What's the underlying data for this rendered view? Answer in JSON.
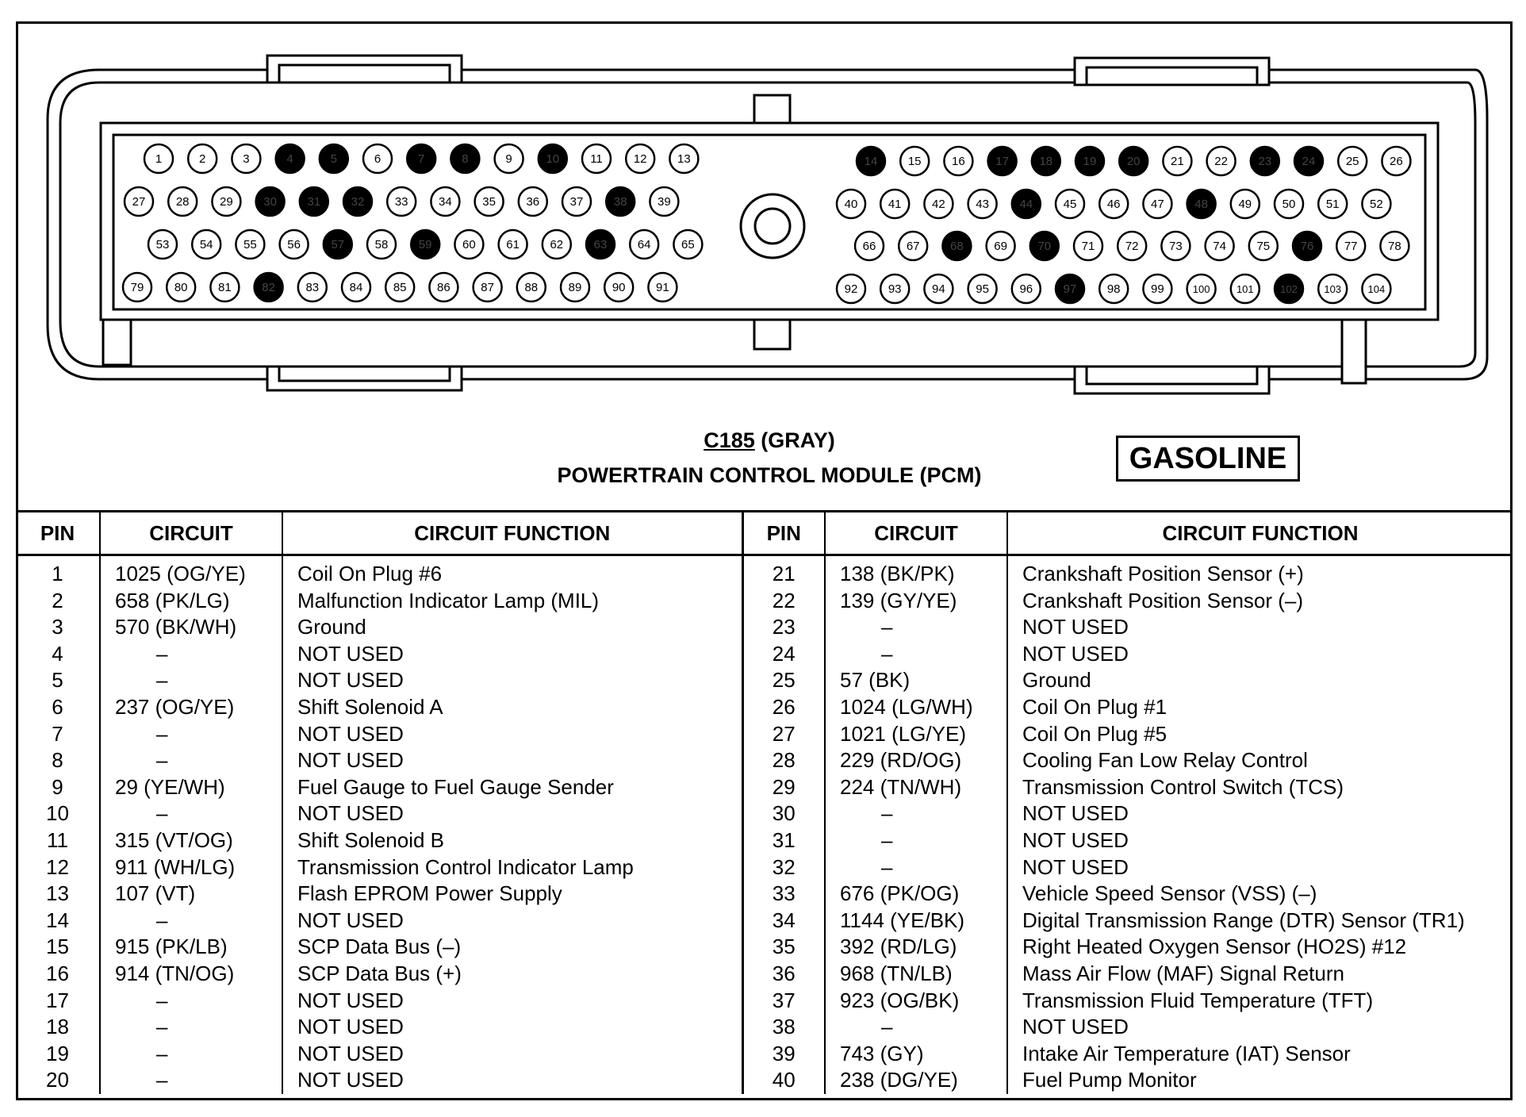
{
  "connector": {
    "id": "C185",
    "color": "(GRAY)",
    "module": "POWERTRAIN CONTROL MODULE (PCM)",
    "engine": "GASOLINE",
    "filled_pins": [
      4,
      5,
      7,
      8,
      10,
      30,
      31,
      32,
      38,
      57,
      59,
      63,
      82,
      14,
      17,
      18,
      19,
      20,
      23,
      24,
      44,
      48,
      68,
      70,
      76,
      97,
      102
    ]
  },
  "table": {
    "headers": [
      "PIN",
      "CIRCUIT",
      "CIRCUIT FUNCTION",
      "PIN",
      "CIRCUIT",
      "CIRCUIT FUNCTION"
    ],
    "rows": [
      {
        "pin": "1",
        "circuit": "1025 (OG/YE)",
        "function": "Coil On Plug #6"
      },
      {
        "pin": "2",
        "circuit": "658 (PK/LG)",
        "function": "Malfunction Indicator Lamp (MIL)"
      },
      {
        "pin": "3",
        "circuit": "570 (BK/WH)",
        "function": "Ground"
      },
      {
        "pin": "4",
        "circuit": "–",
        "function": "NOT USED"
      },
      {
        "pin": "5",
        "circuit": "–",
        "function": "NOT USED"
      },
      {
        "pin": "6",
        "circuit": "237 (OG/YE)",
        "function": "Shift Solenoid A"
      },
      {
        "pin": "7",
        "circuit": "–",
        "function": "NOT USED"
      },
      {
        "pin": "8",
        "circuit": "–",
        "function": "NOT USED"
      },
      {
        "pin": "9",
        "circuit": "29 (YE/WH)",
        "function": "Fuel Gauge to Fuel Gauge Sender"
      },
      {
        "pin": "10",
        "circuit": "–",
        "function": "NOT USED"
      },
      {
        "pin": "11",
        "circuit": "315 (VT/OG)",
        "function": "Shift Solenoid B"
      },
      {
        "pin": "12",
        "circuit": "911 (WH/LG)",
        "function": "Transmission Control Indicator Lamp"
      },
      {
        "pin": "13",
        "circuit": "107 (VT)",
        "function": "Flash EPROM Power Supply"
      },
      {
        "pin": "14",
        "circuit": "–",
        "function": "NOT USED"
      },
      {
        "pin": "15",
        "circuit": "915 (PK/LB)",
        "function": "SCP Data Bus (–)"
      },
      {
        "pin": "16",
        "circuit": "914 (TN/OG)",
        "function": "SCP Data Bus (+)"
      },
      {
        "pin": "17",
        "circuit": "–",
        "function": "NOT USED"
      },
      {
        "pin": "18",
        "circuit": "–",
        "function": "NOT USED"
      },
      {
        "pin": "19",
        "circuit": "–",
        "function": "NOT USED"
      },
      {
        "pin": "20",
        "circuit": "–",
        "function": "NOT USED"
      },
      {
        "pin": "21",
        "circuit": "138 (BK/PK)",
        "function": "Crankshaft Position Sensor (+)"
      },
      {
        "pin": "22",
        "circuit": "139 (GY/YE)",
        "function": "Crankshaft Position Sensor (–)"
      },
      {
        "pin": "23",
        "circuit": "–",
        "function": "NOT USED"
      },
      {
        "pin": "24",
        "circuit": "–",
        "function": "NOT USED"
      },
      {
        "pin": "25",
        "circuit": "57 (BK)",
        "function": "Ground"
      },
      {
        "pin": "26",
        "circuit": "1024 (LG/WH)",
        "function": "Coil On Plug #1"
      },
      {
        "pin": "27",
        "circuit": "1021 (LG/YE)",
        "function": "Coil On Plug #5"
      },
      {
        "pin": "28",
        "circuit": "229 (RD/OG)",
        "function": "Cooling Fan Low Relay Control"
      },
      {
        "pin": "29",
        "circuit": "224 (TN/WH)",
        "function": "Transmission Control Switch (TCS)"
      },
      {
        "pin": "30",
        "circuit": "–",
        "function": "NOT USED"
      },
      {
        "pin": "31",
        "circuit": "–",
        "function": "NOT USED"
      },
      {
        "pin": "32",
        "circuit": "–",
        "function": "NOT USED"
      },
      {
        "pin": "33",
        "circuit": "676 (PK/OG)",
        "function": "Vehicle Speed Sensor (VSS) (–)"
      },
      {
        "pin": "34",
        "circuit": "1144 (YE/BK)",
        "function": "Digital Transmission Range (DTR) Sensor (TR1)"
      },
      {
        "pin": "35",
        "circuit": "392 (RD/LG)",
        "function": "Right Heated Oxygen Sensor (HO2S) #12"
      },
      {
        "pin": "36",
        "circuit": "968 (TN/LB)",
        "function": "Mass Air Flow (MAF) Signal Return"
      },
      {
        "pin": "37",
        "circuit": "923 (OG/BK)",
        "function": "Transmission Fluid Temperature (TFT)"
      },
      {
        "pin": "38",
        "circuit": "–",
        "function": "NOT USED"
      },
      {
        "pin": "39",
        "circuit": "743 (GY)",
        "function": "Intake Air Temperature (IAT) Sensor"
      },
      {
        "pin": "40",
        "circuit": "238 (DG/YE)",
        "function": "Fuel Pump Monitor"
      }
    ]
  }
}
